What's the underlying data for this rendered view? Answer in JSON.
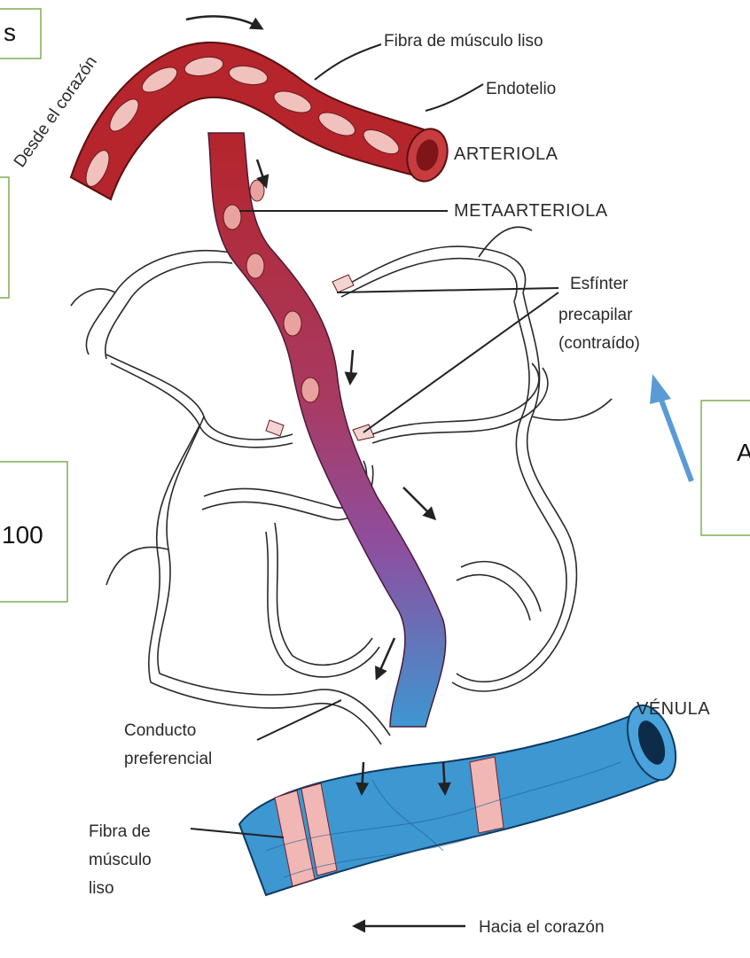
{
  "labels": {
    "arc_text": "Desde el corazón",
    "smooth_muscle_top": "Fibra de músculo liso",
    "endothelium": "Endotelio",
    "arteriole": "ARTERIOLA",
    "metaarteriole": "METAARTERIOLA",
    "sphincter_1": "Esfínter",
    "sphincter_2": "precapilar",
    "sphincter_3": "(contraído)",
    "venule": "VÉNULA",
    "preferential_1": "Conducto",
    "preferential_2": "preferencial",
    "smooth_muscle_bottom_1": "Fibra de",
    "smooth_muscle_bottom_2": "músculo",
    "smooth_muscle_bottom_3": "liso",
    "to_heart": "Hacia el corazón"
  },
  "boxes": {
    "top_left_text": "s",
    "mid_left_text": "",
    "lower_left_text": "100",
    "right_text": "A"
  },
  "colors": {
    "artery": "#b5252b",
    "artery_light": "#e8a2a0",
    "vein": "#3d97d1",
    "vein_dark": "#2466a3",
    "transition": "#8c3d8e",
    "box_border": "#7fae52",
    "callout_arrow": "#5b9bd5"
  }
}
